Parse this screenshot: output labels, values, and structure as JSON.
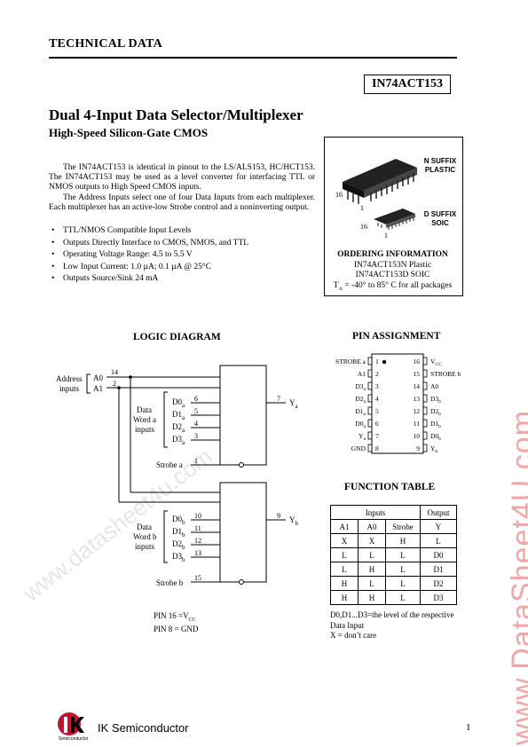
{
  "header": {
    "title": "TECHNICAL DATA",
    "part_number": "IN74ACT153"
  },
  "title": "Dual 4-Input Data Selector/Multiplexer",
  "subtitle": "High-Speed Silicon-Gate CMOS",
  "intro": [
    "The IN74ACT153 is identical in pinout to the LS/ALS153, HC/HCT153. The IN74ACT153 may be used as a level converter for interfacing TTL or NMOS outputs to High Speed CMOS inputs.",
    "The Address Inputs select one of four Data Inputs from each multiplexer. Each multiplexer has an active-low Strobe control and a noninverting output."
  ],
  "features": [
    "TTL/NMOS Compatible Input Levels",
    "Outputs Directly Interface to CMOS, NMOS, and TTL",
    "Operating Voltage Range: 4.5 to 5.5 V",
    "Low Input Current: 1.0 µA; 0.1 µA @ 25°C",
    "Outputs Source/Sink 24 mA"
  ],
  "package": {
    "n_suffix": "N SUFFIX",
    "n_type": "PLASTIC",
    "d_suffix": "D SUFFIX",
    "d_type": "SOIC",
    "pin16": "16",
    "pin1": "1",
    "ordering_title": "ORDERING INFORMATION",
    "order_n": "IN74ACT153N Plastic",
    "order_d": "IN74ACT153D SOIC",
    "temp": "T",
    "temp_sub": "A",
    "temp_range": " = -40° to 85° C for all packages"
  },
  "logic_diagram": {
    "title": "LOGIC DIAGRAM",
    "address_label_1": "Address",
    "address_label_2": "inputs",
    "a0": "A0",
    "a1": "A1",
    "pin_a0": "14",
    "pin_a1": "2",
    "data_a_1": "Data",
    "data_a_2": "Word a",
    "data_a_3": "inputs",
    "data_b_1": "Data",
    "data_b_2": "Word b",
    "data_b_3": "inputs",
    "d0a": "D0",
    "d1a": "D1",
    "d2a": "D2",
    "d3a": "D3",
    "sub_a": "a",
    "d0b": "D0",
    "d1b": "D1",
    "d2b": "D2",
    "d3b": "D3",
    "sub_b": "b",
    "pins_a": [
      "6",
      "5",
      "4",
      "3"
    ],
    "pins_b": [
      "10",
      "11",
      "12",
      "13"
    ],
    "strobe_a": "Strobe a",
    "strobe_a_pin": "1",
    "strobe_b": "Strobe b",
    "strobe_b_pin": "15",
    "ya": "Y",
    "yb": "Y",
    "ya_pin": "7",
    "yb_pin": "9",
    "pin16_note": "PIN 16 =V",
    "vcc_sub": "CC",
    "pin8_note": "PIN 8 = GND"
  },
  "pin_assignment": {
    "title": "PIN ASSIGNMENT",
    "left": [
      {
        "name": "STROBE a",
        "pin": "1"
      },
      {
        "name": "A1",
        "pin": "2"
      },
      {
        "name": "D3",
        "sub": "a",
        "pin": "3"
      },
      {
        "name": "D2",
        "sub": "a",
        "pin": "4"
      },
      {
        "name": "D1",
        "sub": "a",
        "pin": "5"
      },
      {
        "name": "D0",
        "sub": "a",
        "pin": "6"
      },
      {
        "name": "Y",
        "sub": "a",
        "pin": "7"
      },
      {
        "name": "GND",
        "pin": "8"
      }
    ],
    "right": [
      {
        "name": "V",
        "sub": "CC",
        "pin": "16"
      },
      {
        "name": "STROBE b",
        "pin": "15"
      },
      {
        "name": "A0",
        "pin": "14"
      },
      {
        "name": "D3",
        "sub": "b",
        "pin": "13"
      },
      {
        "name": "D2",
        "sub": "b",
        "pin": "12"
      },
      {
        "name": "D1",
        "sub": "b",
        "pin": "11"
      },
      {
        "name": "D0",
        "sub": "b",
        "pin": "10"
      },
      {
        "name": "Y",
        "sub": "b",
        "pin": "9"
      }
    ]
  },
  "function_table": {
    "title": "FUNCTION TABLE",
    "group_inputs": "Inputs",
    "group_output": "Output",
    "headers": [
      "A1",
      "A0",
      "Strobe",
      "Y"
    ],
    "rows": [
      [
        "X",
        "X",
        "H",
        "L"
      ],
      [
        "L",
        "L",
        "L",
        "D0"
      ],
      [
        "L",
        "H",
        "L",
        "D1"
      ],
      [
        "H",
        "L",
        "L",
        "D2"
      ],
      [
        "H",
        "H",
        "L",
        "D3"
      ]
    ],
    "note_1": "D0,D1...D3=the level of the respective",
    "note_2": "Data Input",
    "note_3": "X = don’t care"
  },
  "footer": {
    "company": "IK Semiconductor",
    "logo_sub": "Semiconductor",
    "page": "1"
  },
  "watermarks": {
    "side": "www.DataSheet4U.com",
    "diag": "www.datasheet4u.com"
  }
}
